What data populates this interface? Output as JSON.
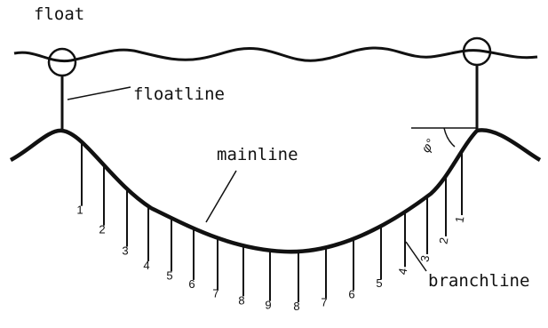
{
  "labels": {
    "float": "float",
    "floatline": "floatline",
    "mainline": "mainline",
    "branchline": "branchline",
    "angle": "φ°"
  },
  "branchline_numbers": [
    "1",
    "2",
    "3",
    "4",
    "5",
    "6",
    "7",
    "8",
    "9",
    "8",
    "7",
    "6",
    "5",
    "4",
    "3",
    "2",
    "1"
  ],
  "colors": {
    "line": "#111111",
    "background": "#ffffff"
  }
}
